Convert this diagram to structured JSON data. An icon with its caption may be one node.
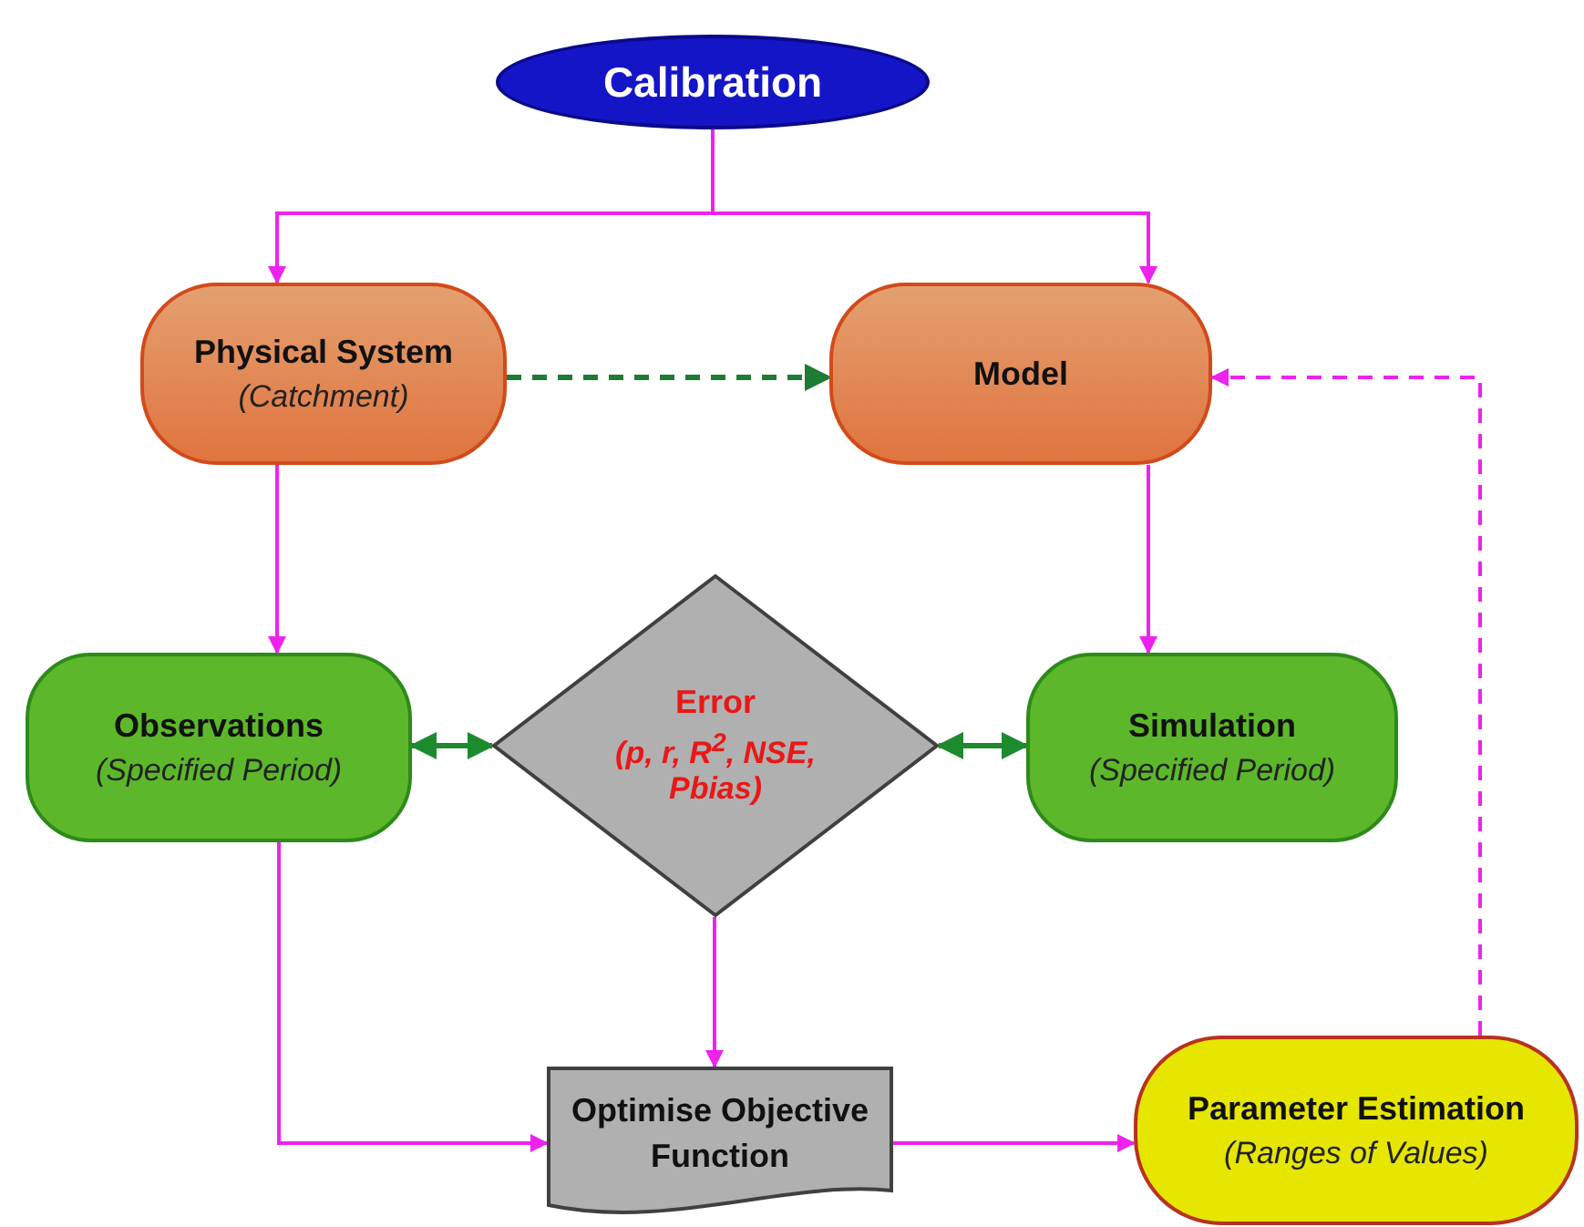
{
  "diagram": {
    "nodes": [
      {
        "text": [
          "Calibration"
        ]
      },
      {
        "text": [
          "Physical System",
          "(Catchment)"
        ]
      },
      {
        "text": [
          "Model"
        ]
      },
      {
        "text": [
          "Observations",
          "(Specified Period)"
        ]
      },
      {
        "text": [
          "Error",
          "(p, r, R$^{2}$, NSE, Pbias)"
        ]
      },
      {
        "text": [
          "Simulation",
          "(Specified Period)"
        ]
      },
      {
        "text": [
          "Optimise Objective Function"
        ]
      },
      {
        "text": [
          "Parameter Estimation",
          "(Ranges of Values)"
        ]
      }
    ],
    "edges": [
      {
        "from": 0,
        "to": 1,
        "arrow": "to"
      },
      {
        "from": 0,
        "to": 2,
        "arrow": "to"
      },
      {
        "from": 1,
        "to": 2,
        "arrow": "to",
        "style": "dashed",
        "color": "#1e7b34"
      },
      {
        "from": 1,
        "to": 3,
        "arrow": "to"
      },
      {
        "from": 2,
        "to": 5,
        "arrow": "to"
      },
      {
        "from": 3,
        "to": 4,
        "arrow": "both",
        "color": "#1e8a2e"
      },
      {
        "from": 4,
        "to": 5,
        "arrow": "both",
        "color": "#1e8a2e"
      },
      {
        "from": 4,
        "to": 6,
        "arrow": "to"
      },
      {
        "from": 3,
        "to": 6,
        "arrow": "to"
      },
      {
        "from": 6,
        "to": 7,
        "arrow": "to"
      },
      {
        "from": 7,
        "to": 2,
        "arrow": "to",
        "style": "dashed"
      }
    ]
  }
}
